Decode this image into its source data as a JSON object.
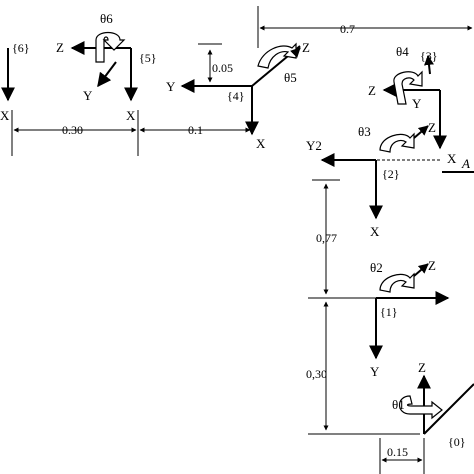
{
  "frames": {
    "f0": "{0}",
    "f1": "{1}",
    "f2": "{2}",
    "f3": "{3}",
    "f4": "{4}",
    "f5": "{5}",
    "f6": "{6}"
  },
  "joints": {
    "t1": "θ1",
    "t2": "θ2",
    "t3": "θ3",
    "t4": "θ4",
    "t5": "θ5",
    "t6": "θ6"
  },
  "axes": {
    "x": "X",
    "y": "Y",
    "z": "Z",
    "y2": "Y2",
    "a": "A"
  },
  "dimensions": {
    "d_07": "0.7",
    "d_030_top": "0.30",
    "d_01": "0.1",
    "d_005": "0.05",
    "d_077": "0,77",
    "d_030_side": "0,30",
    "d_015": "0.15"
  }
}
